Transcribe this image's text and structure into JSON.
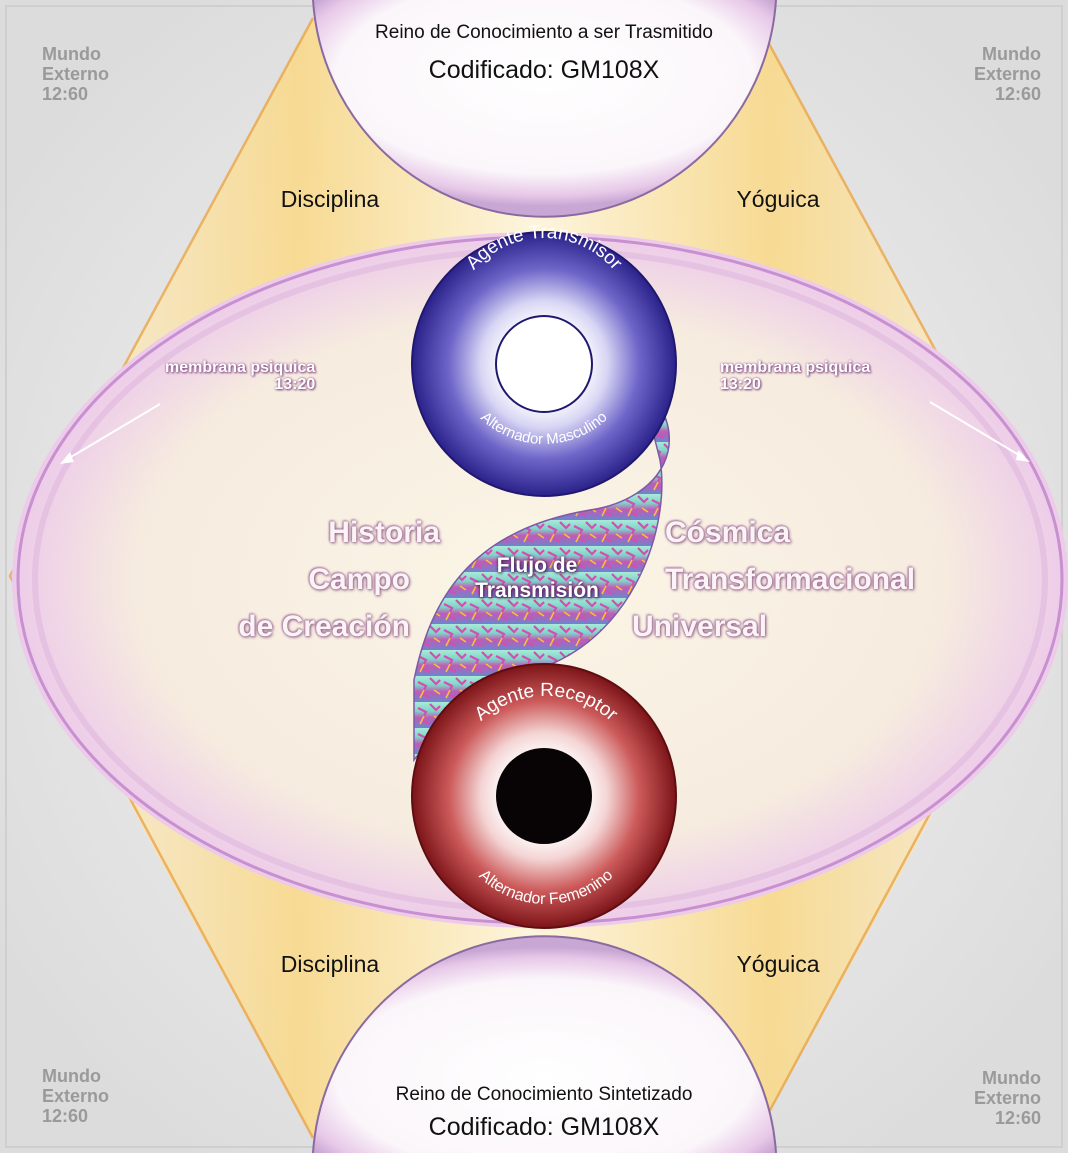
{
  "corners": {
    "top_left": "Mundo\nExterno\n12:60",
    "top_right": "Mundo\nExterno\n12:60",
    "bottom_left": "Mundo\nExterno\n12:60",
    "bottom_right": "Mundo\nExterno\n12:60"
  },
  "top_sphere": {
    "subtitle": "Reino de Conocimiento a ser Trasmitido",
    "code": "Codificado: GM108X"
  },
  "bottom_sphere": {
    "subtitle": "Reino de Conocimiento Sintetizado",
    "code": "Codificado:  GM108X"
  },
  "upper_labels": {
    "left": "Disciplina",
    "right": "Yóguica"
  },
  "lower_labels": {
    "left": "Disciplina",
    "right": "Yóguica"
  },
  "membrana_left": {
    "line1": "membrana psiquica",
    "line2": "13:20"
  },
  "membrana_right": {
    "line1": "membrana psiquica",
    "line2": "13:20"
  },
  "left_words": [
    "Historia",
    "Campo",
    "de Creación"
  ],
  "right_words": [
    "Cósmica",
    "Transformacional",
    "Universal"
  ],
  "flow": {
    "line1": "Flujo de",
    "line2": "Transmisión"
  },
  "transmitter": {
    "arc_top": "Agente Transmisor",
    "arc_bottom": "Alternador Masculino",
    "color": "#3a2f9e"
  },
  "receiver": {
    "arc_top": "Agente Receptor",
    "arc_bottom": "Alternador Femenino",
    "color": "#a8282c"
  },
  "colors": {
    "background": "#e6e6e6",
    "membrane": "#d9a6e0",
    "glow": "#f5c84a"
  }
}
